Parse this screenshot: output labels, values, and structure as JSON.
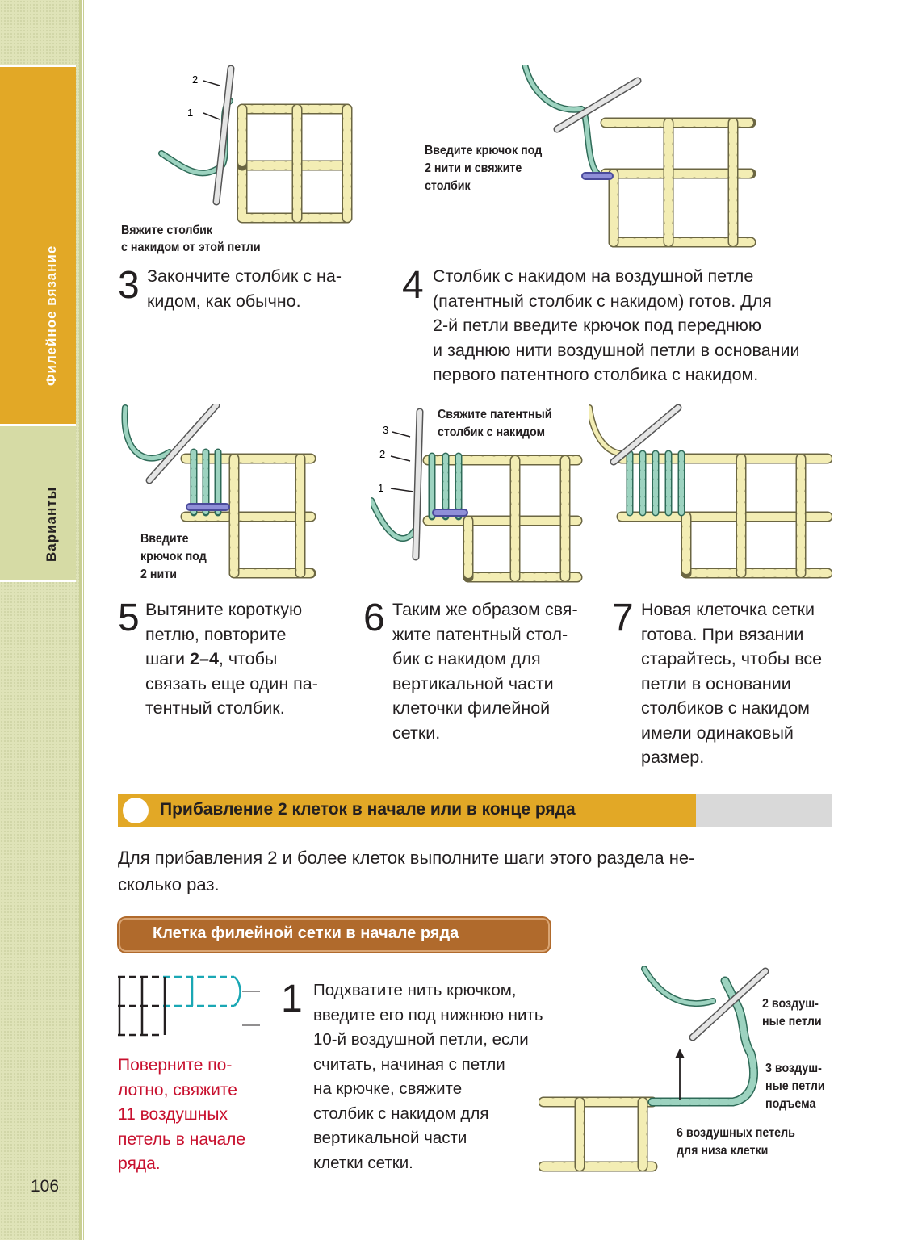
{
  "sidebar": {
    "tab_active": "Филейное вязание",
    "tab_inactive": "Варианты",
    "page_number": "106"
  },
  "figures": {
    "fig3": {
      "marker2": "2",
      "marker1": "1",
      "caption_l1": "Вяжите столбик",
      "caption_l2": "с накидом от этой петли"
    },
    "fig4": {
      "caption_l1": "Введите крючок под",
      "caption_l2": "2 нити и свяжите",
      "caption_l3": "столбик"
    },
    "fig5": {
      "caption_l1": "Введите",
      "caption_l2": "крючок под",
      "caption_l3": "2 нити"
    },
    "fig6": {
      "marker3": "3",
      "marker2": "2",
      "marker1": "1",
      "caption_l1": "Свяжите патентный",
      "caption_l2": "столбик с накидом"
    },
    "fig_bottom": {
      "label_a1": "2 воздуш-",
      "label_a2": "ные петли",
      "label_b1": "3 воздуш-",
      "label_b2": "ные петли",
      "label_b3": "подъема",
      "label_c1": "6 воздушных петель",
      "label_c2": "для низа клетки"
    }
  },
  "steps": {
    "s3": {
      "num": "3",
      "l1": "Закончите столбик с на-",
      "l2": "кидом, как обычно."
    },
    "s4": {
      "num": "4",
      "l1": "Столбик с накидом на воздушной петле",
      "l2": "(патентный столбик с накидом) готов. Для",
      "l3": "2-й петли введите крючок под переднюю",
      "l4": "и заднюю нити воздушной петли в основании",
      "l5": "первого патентного столбика с накидом."
    },
    "s5": {
      "num": "5",
      "l1": "Вытяните короткую",
      "l2": "петлю, повторите",
      "l3a": "шаги ",
      "l3b": "2–4",
      "l3c": ", чтобы",
      "l4": "связать еще один па-",
      "l5": "тентный столбик."
    },
    "s6": {
      "num": "6",
      "l1": "Таким же образом свя-",
      "l2": "жите патентный стол-",
      "l3": "бик с накидом для",
      "l4": "вертикальной части",
      "l5": "клеточки филейной",
      "l6": "сетки."
    },
    "s7": {
      "num": "7",
      "l1": "Новая клеточка сетки",
      "l2": "готова. При вязании",
      "l3": "старайтесь, чтобы все",
      "l4": "петли в основании",
      "l5": "столбиков с накидом",
      "l6": "имели одинаковый",
      "l7": "размер."
    }
  },
  "section": {
    "title": "Прибавление 2 клеток в начале или в конце ряда"
  },
  "intro": {
    "l1": "Для прибавления 2 и более клеток выполните шаги этого раздела не-",
    "l2": "сколько раз."
  },
  "subsection": {
    "title": "Клетка филейной сетки в начале ряда"
  },
  "bottom_step": {
    "num": "1",
    "l1": "Подхватите нить крючком,",
    "l2": "введите его под нижнюю нить",
    "l3": "10-й воздушной петли, если",
    "l4": "считать, начиная с петли",
    "l5": "на крючке, свяжите",
    "l6": "столбик с накидом для",
    "l7": "вертикальной части",
    "l8": "клетки сетки."
  },
  "red_note": {
    "l1": "Поверните по-",
    "l2": "лотно, свяжите",
    "l3": "11 воздушных",
    "l4": "петель в начале",
    "l5": "ряда."
  },
  "colors": {
    "gold": "#e2a826",
    "sidebar": "#dfe3b8",
    "brown": "#b06a2c",
    "red": "#c8102e",
    "yarn_cream": "#f3edb4",
    "yarn_green": "#9dd3c0"
  }
}
